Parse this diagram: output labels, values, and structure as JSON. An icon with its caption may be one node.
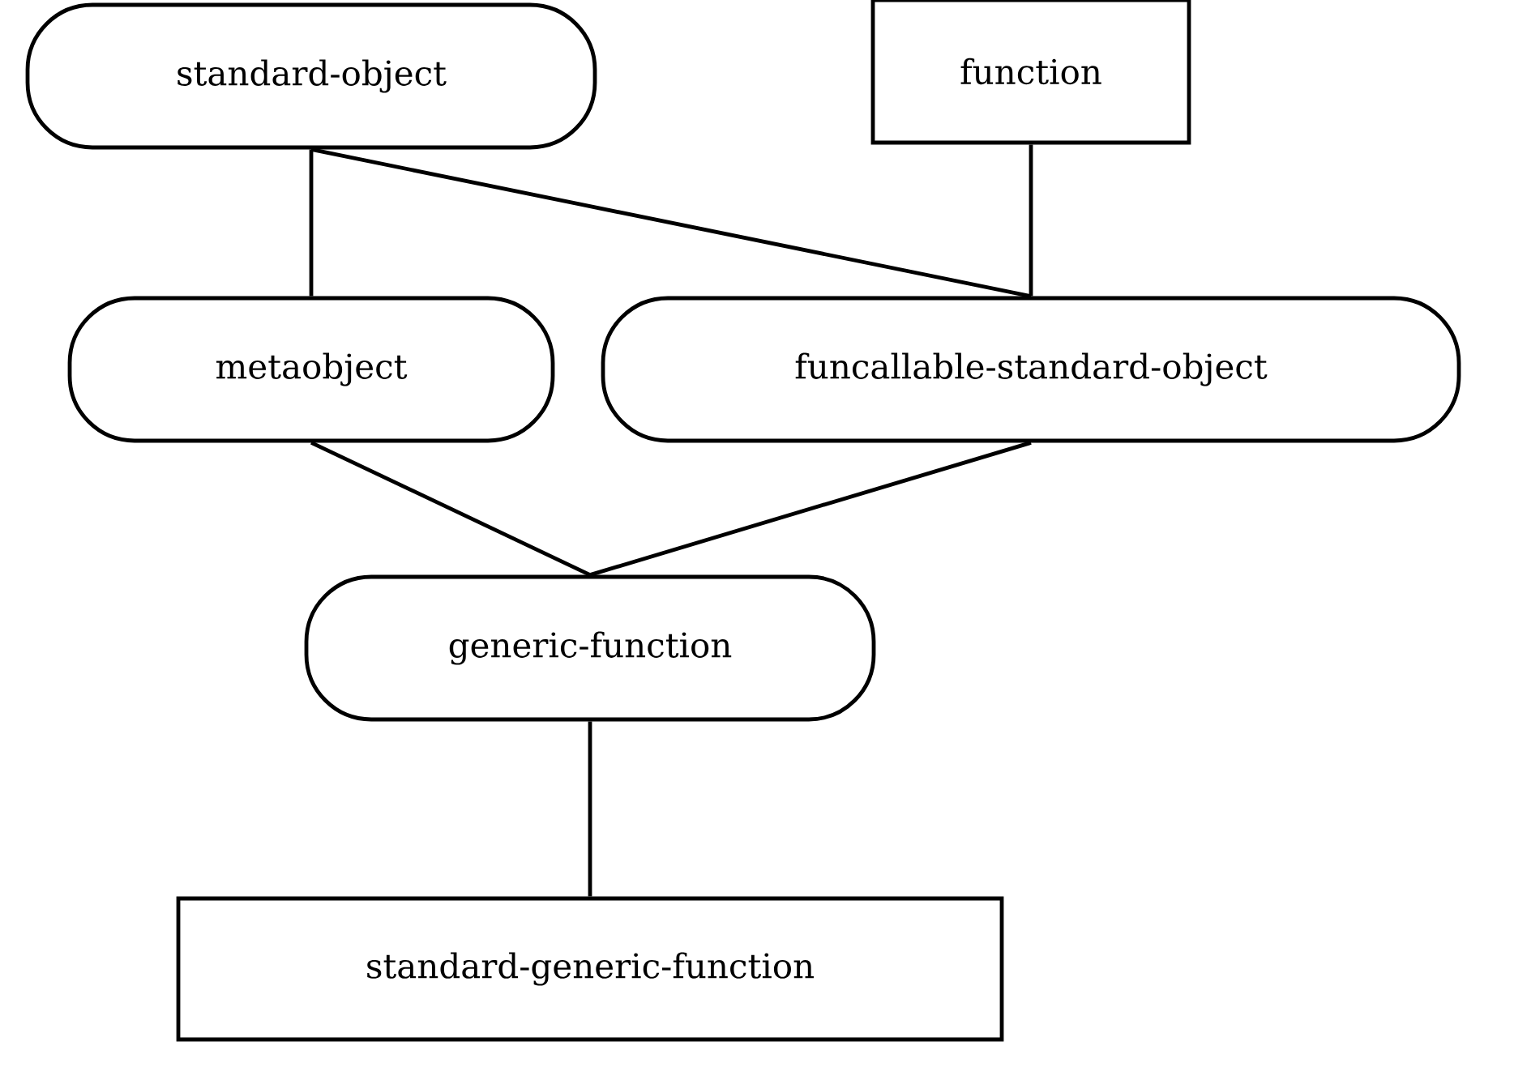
{
  "diagram": {
    "nodes": [
      {
        "text": [
          "standard-object"
        ]
      },
      {
        "text": [
          "function"
        ]
      },
      {
        "text": [
          "metaobject"
        ]
      },
      {
        "text": [
          "funcallable-standard-object"
        ]
      },
      {
        "text": [
          "generic-function"
        ]
      },
      {
        "text": [
          "standard-generic-function"
        ]
      }
    ],
    "edges": [
      {
        "from": 0,
        "to": 2,
        "arrow": "none"
      },
      {
        "from": 0,
        "to": 3,
        "arrow": "none"
      },
      {
        "from": 1,
        "to": 3,
        "arrow": "none"
      },
      {
        "from": 2,
        "to": 4,
        "arrow": "none"
      },
      {
        "from": 3,
        "to": 4,
        "arrow": "none"
      },
      {
        "from": 4,
        "to": 5,
        "arrow": "none"
      }
    ]
  }
}
